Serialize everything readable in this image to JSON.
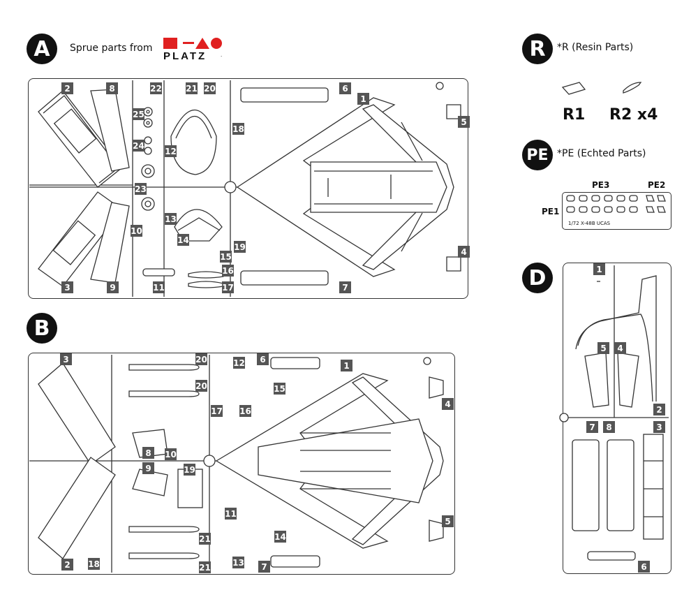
{
  "section_a": {
    "badge": "A",
    "caption": "Sprue parts from",
    "logo_text": "PLATZ",
    "logo_mark": ".",
    "parts": [
      "1",
      "2",
      "3",
      "4",
      "5",
      "6",
      "7",
      "8",
      "9",
      "10",
      "11",
      "12",
      "13",
      "14",
      "15",
      "16",
      "17",
      "18",
      "19",
      "20",
      "21",
      "22",
      "23",
      "24",
      "25"
    ]
  },
  "section_b": {
    "badge": "B",
    "parts": [
      "1",
      "2",
      "3",
      "4",
      "5",
      "6",
      "7",
      "8",
      "9",
      "10",
      "11",
      "12",
      "13",
      "14",
      "15",
      "16",
      "17",
      "18",
      "19",
      "20",
      "21"
    ]
  },
  "section_r": {
    "badge": "R",
    "caption": "*R (Resin Parts)",
    "r1": "R1",
    "r2": "R2 x4"
  },
  "section_pe": {
    "badge": "PE",
    "caption": "*PE (Echted Parts)",
    "pe1": "PE1",
    "pe2": "PE2",
    "pe3": "PE3",
    "fret_text": "1/72 X-48B UCAS"
  },
  "section_d": {
    "badge": "D",
    "parts": [
      "1",
      "2",
      "3",
      "4",
      "5",
      "6",
      "7",
      "8"
    ]
  },
  "colors": {
    "ink": "#111111",
    "tag": "#555555",
    "logo_red": "#e02020"
  }
}
